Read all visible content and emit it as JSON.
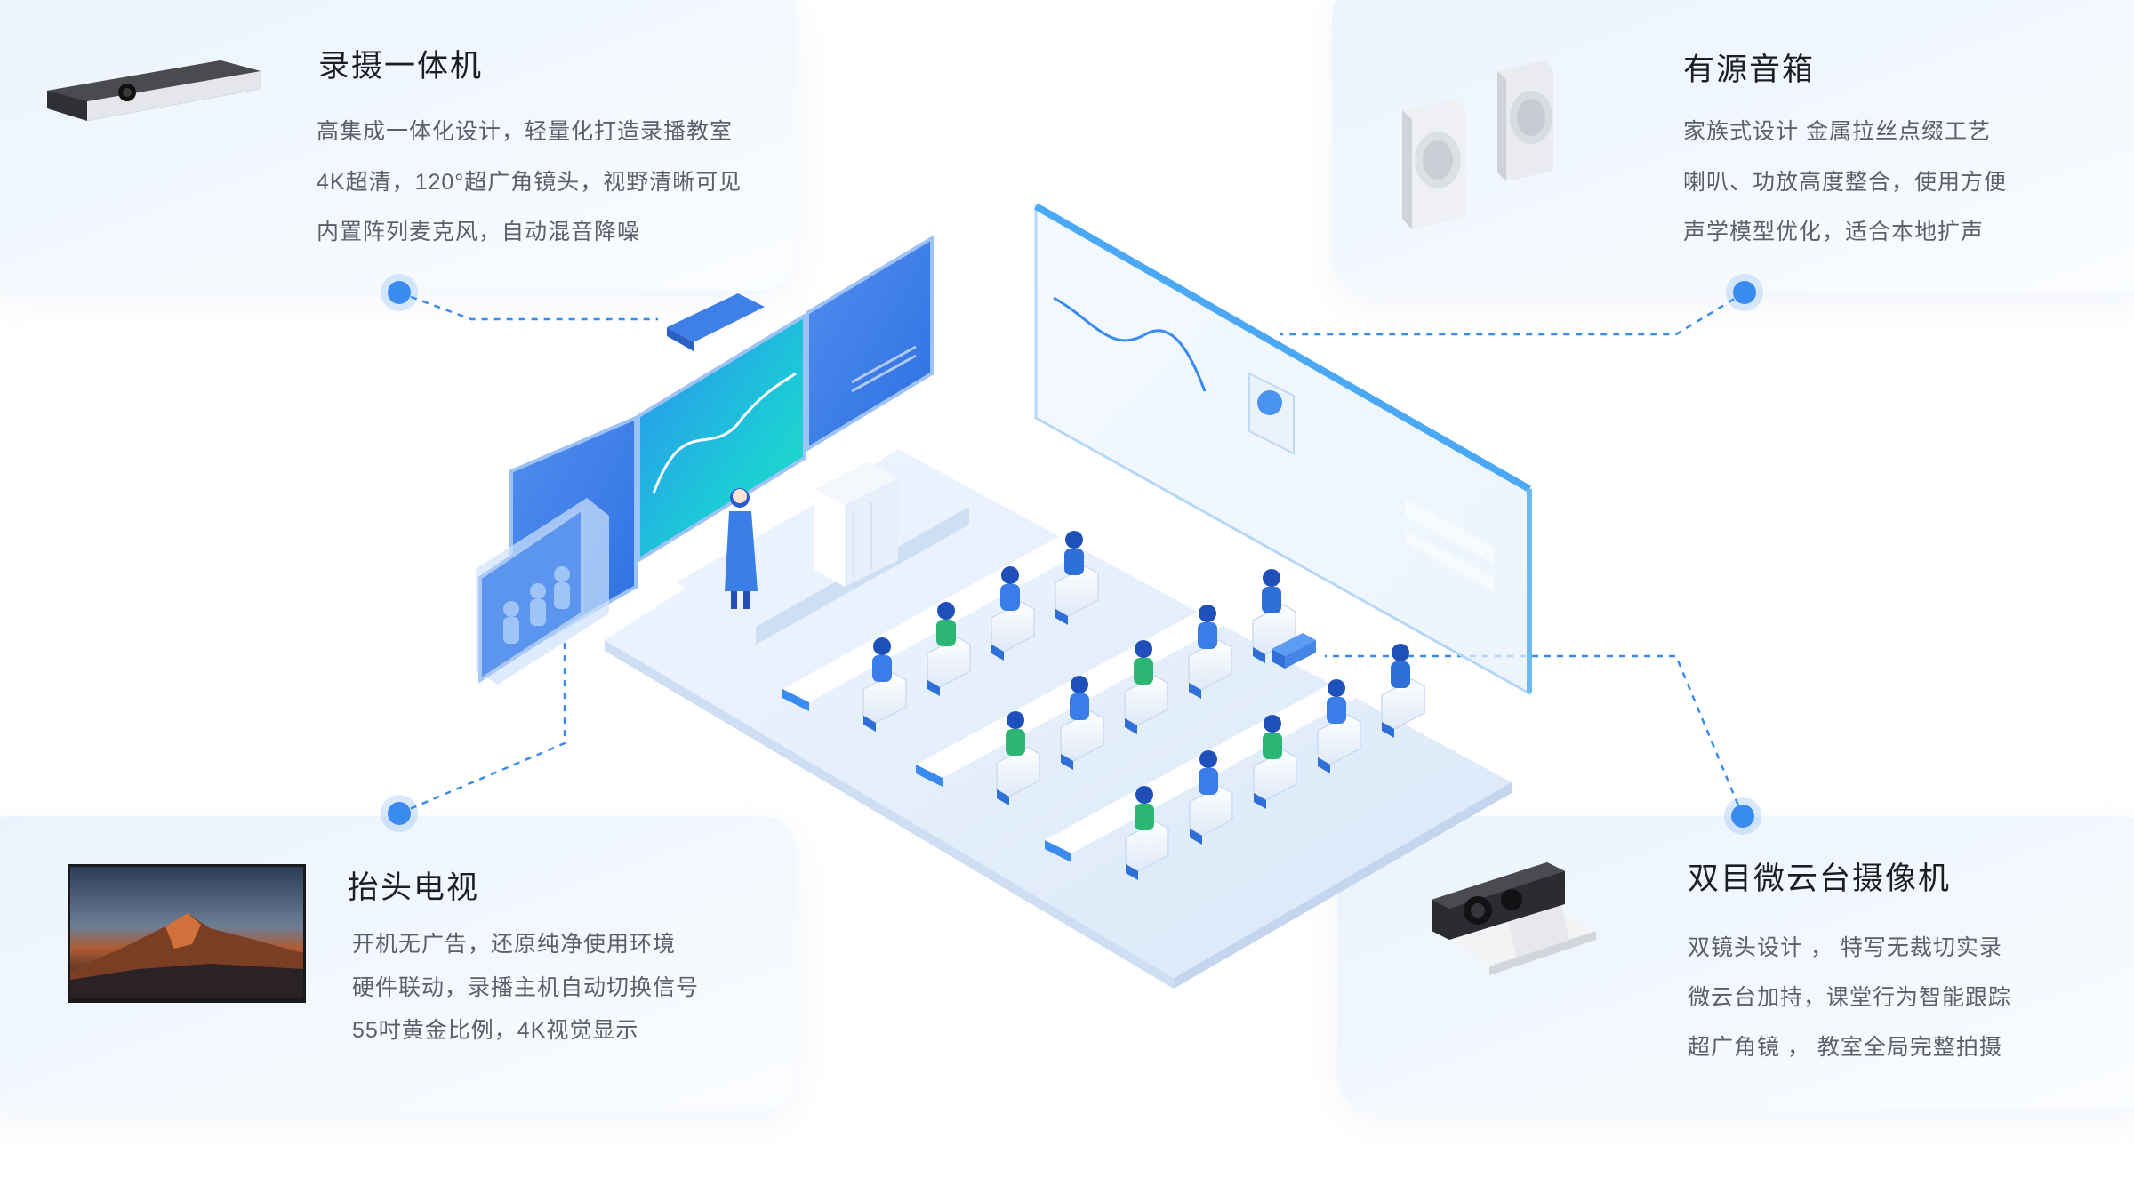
{
  "products": {
    "recorder": {
      "title": "录摄一体机",
      "features": [
        "高集成一体化设计，轻量化打造录播教室",
        "4K超清，120°超广角镜头，视野清晰可见",
        "内置阵列麦克风，自动混音降噪"
      ],
      "icon": "recorder-device-icon"
    },
    "speaker": {
      "title": "有源音箱",
      "features": [
        "家族式设计 金属拉丝点缀工艺",
        "喇叭、功放高度整合，使用方便",
        "声学模型优化，适合本地扩声"
      ],
      "icon": "speaker-pair-icon"
    },
    "tv": {
      "title": "抬头电视",
      "features": [
        "开机无广告，还原纯净使用环境",
        "硬件联动，录播主机自动切换信号",
        "55吋黄金比例，4K视觉显示"
      ],
      "icon": "tv-icon"
    },
    "camera": {
      "title": "双目微云台摄像机",
      "features": [
        "双镜头设计 ， 特写无裁切实录",
        "微云台加持，课堂行为智能跟踪",
        "超广角镜 ， 教室全局完整拍摄"
      ],
      "icon": "dual-camera-icon"
    }
  },
  "colors": {
    "accent": "#3a8bf0",
    "line": "#3a8bf0",
    "card": "#eef5fd",
    "text": "#5a606b"
  }
}
